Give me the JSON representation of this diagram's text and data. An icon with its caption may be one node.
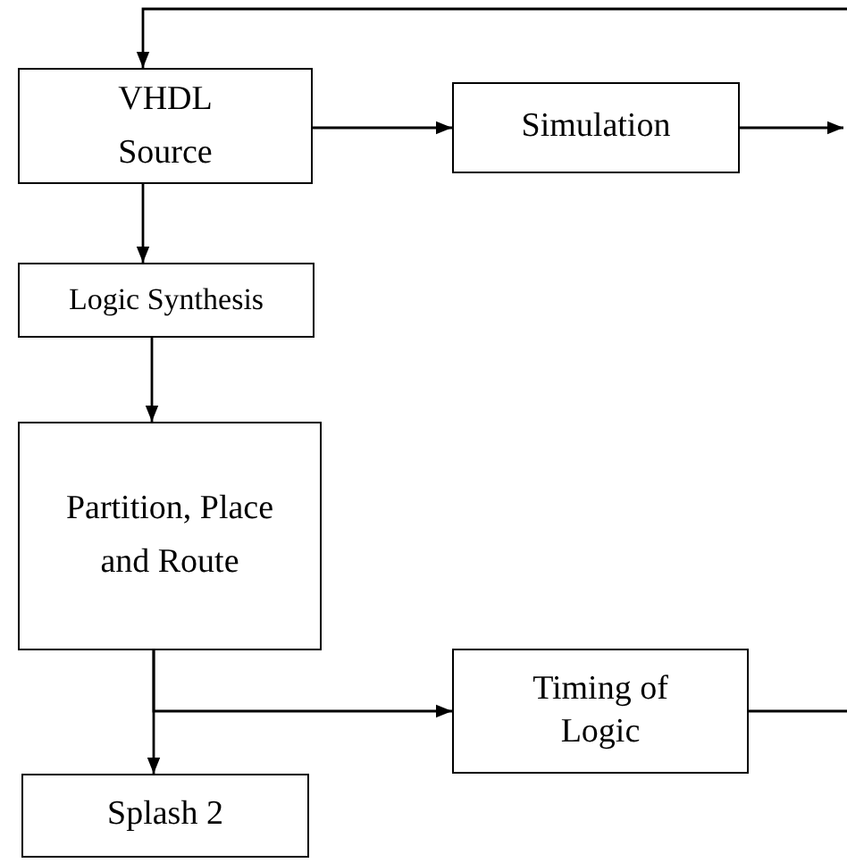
{
  "diagram": {
    "nodes": [
      {
        "text": [
          "VHDL Source"
        ]
      },
      {
        "text": [
          "Simulation"
        ]
      },
      {
        "text": [
          "Logic Synthesis"
        ]
      },
      {
        "text": [
          "Partition, Place and Route"
        ]
      },
      {
        "text": [
          "Timing of Logic"
        ]
      },
      {
        "text": [
          "Splash 2"
        ]
      }
    ],
    "edges": [
      {
        "from": 0,
        "to": 1,
        "arrow": "to"
      },
      {
        "from": 1,
        "to": null,
        "arrow": "to"
      },
      {
        "from": 0,
        "to": 2,
        "arrow": "to"
      },
      {
        "from": 2,
        "to": 3,
        "arrow": "to"
      },
      {
        "from": 3,
        "to": 5,
        "arrow": "to"
      },
      {
        "from": 3,
        "to": 4,
        "arrow": "to"
      },
      {
        "from": 4,
        "to": null,
        "arrow": "none"
      },
      {
        "from": null,
        "to": 0,
        "arrow": "to"
      }
    ]
  }
}
